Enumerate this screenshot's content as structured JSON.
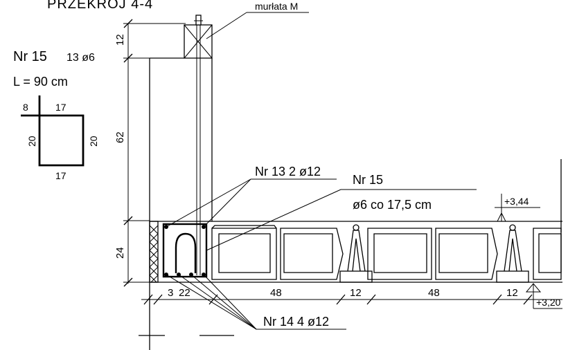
{
  "title": "PRZEKRÓJ 4-4",
  "murlata_label": "murłata M",
  "bar15": {
    "title": "Nr 15",
    "count": "13 ø6",
    "length": "L = 90 cm",
    "dim_hook": "8",
    "dim_top": "17",
    "dim_bottom": "17",
    "dim_left": "20",
    "dim_right": "20"
  },
  "dims_vertical": {
    "top": "12",
    "wall": "62",
    "slab": "24"
  },
  "callouts": {
    "nr13": "Nr 13  2 ø12",
    "nr15_title": "Nr 15",
    "nr15_spacing": "ø6 co 17,5 cm",
    "nr14": "Nr 14  4 ø12"
  },
  "levels": {
    "top": "+3,44",
    "bottom": "+3,20"
  },
  "dims_horizontal": [
    "3",
    "22",
    "48",
    "12",
    "48",
    "12"
  ]
}
